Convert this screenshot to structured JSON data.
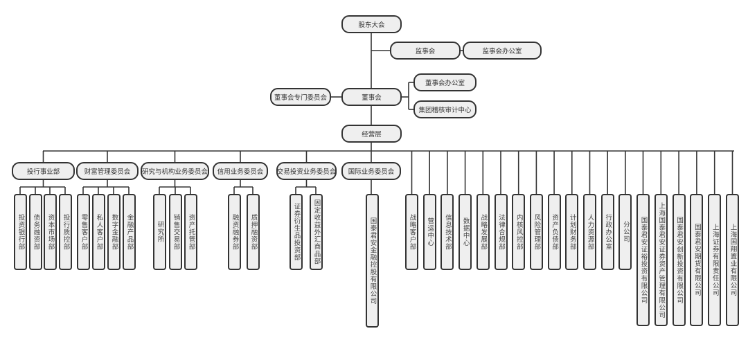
{
  "top": {
    "shareholders": "股东大会",
    "supervisory_board": "监事会",
    "supervisory_office": "监事会办公室",
    "board": "董事会",
    "board_committees": "董事会专门委员会",
    "board_office": "董事会办公室",
    "audit_center": "集团稽核审计中心",
    "management": "经营层"
  },
  "committees": [
    {
      "label": "投行事业部",
      "children": [
        "投资银行部",
        "债务融资部",
        "资本市场部",
        "投行质控部"
      ]
    },
    {
      "label": "财富管理委员会",
      "children": [
        "零售客户部",
        "私人客户部",
        "数字金融部",
        "金融产品部"
      ]
    },
    {
      "label": "研究与机构业务委员会",
      "children": [
        "研究所",
        "销售交易部",
        "资产托管部"
      ]
    },
    {
      "label": "信用业务委员会",
      "children": [
        "融资融券部",
        "质押融资部"
      ]
    },
    {
      "label": "交易投资业务委员会",
      "children": [
        "证券衍生品投资部",
        "固定收益外汇商品部"
      ]
    },
    {
      "label": "国际业务委员会",
      "children": [
        "国泰君安金融控股有限公司"
      ]
    }
  ],
  "departments": [
    "战略客户部",
    "营运中心",
    "信息技术部",
    "数据中心",
    "战略发展部",
    "法律合规部",
    "内核风控部",
    "风险管理部",
    "资产负债部",
    "计划财务部",
    "人力资源部",
    "行政办公室",
    "分公司"
  ],
  "subsidiaries": [
    "国泰君安证裕投资有限公司",
    "上海国泰君安证券资产管理有限公司",
    "国泰君安创新投资有限公司",
    "国泰君安期货有限公司",
    "上海证券有限责任公司",
    "上海国翔置业有限公司"
  ]
}
